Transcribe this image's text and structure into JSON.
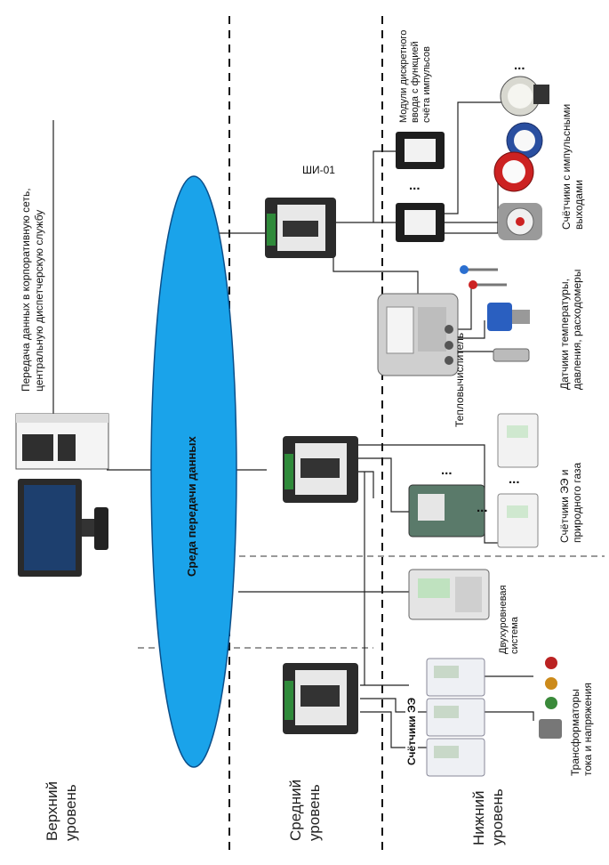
{
  "levels": {
    "upper": [
      "Верхний",
      "уровень"
    ],
    "middle": [
      "Средний",
      "уровень"
    ],
    "lower": [
      "Нижний",
      "уровень"
    ]
  },
  "cloud_label": "Среда передачи данных",
  "top_text": [
    "Передача данных в корпоративную сеть,",
    "центральную диспетчерскую службу"
  ],
  "shi_label": "ШИ-01",
  "discrete_modules": [
    "Модули дискретного",
    "ввода с функцией",
    "счёта импульсов"
  ],
  "pulse_meters": [
    "Счётчики с импульсными",
    "выходами"
  ],
  "sensors": [
    "Датчики температуры,",
    "давления, расходомеры"
  ],
  "heat_calc": "Тепловычислитель",
  "ee_gas": [
    "Счётчики ЭЭ и",
    "природного газа"
  ],
  "two_level": [
    "Двухуровневая",
    "система"
  ],
  "transformers": [
    "Трансформаторы",
    "тока и напряжения"
  ],
  "ee_meters": "Счётчики ЭЭ",
  "ellipsis": "...",
  "colors": {
    "cloud": "#1aa3ea",
    "cloud_stroke": "#0b4f8a",
    "device": "#2b2b2b",
    "screen": "#1d3f6e"
  }
}
